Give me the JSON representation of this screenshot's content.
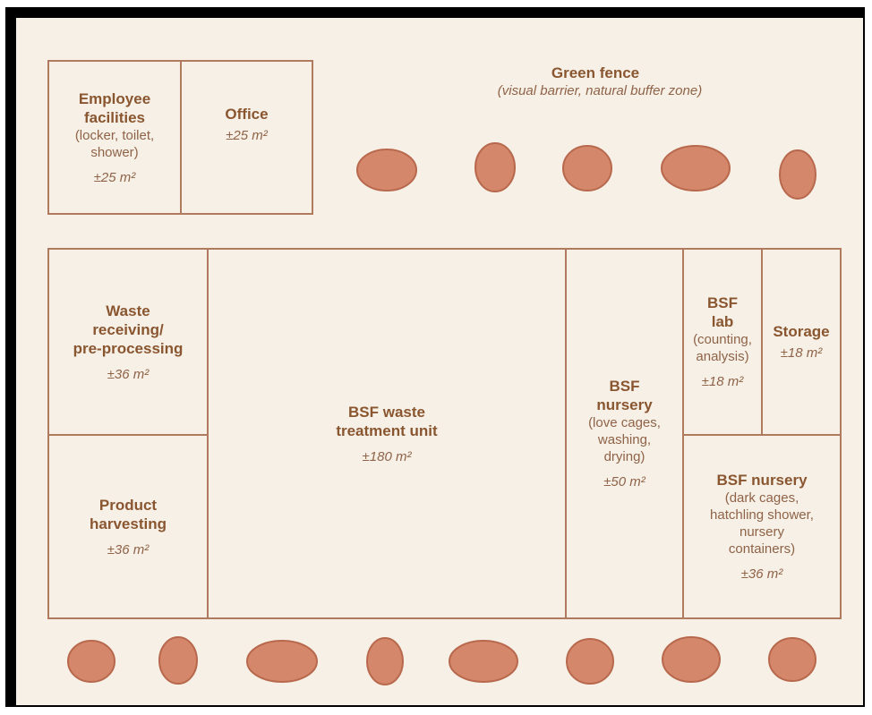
{
  "colors": {
    "bush": "#d4876a",
    "bush_outline": "#b8694d",
    "wall": "#b07a5e",
    "text": "#8a5630",
    "background": "#f6f0e7"
  },
  "fence": {
    "title": "Green fence",
    "description": "(visual barrier, natural buffer zone)"
  },
  "rooms": {
    "employee": {
      "title_line1": "Employee",
      "title_line2": "facilities",
      "desc_line1": "(locker, toilet,",
      "desc_line2": "shower)",
      "area": "±25 m²"
    },
    "office": {
      "title": "Office",
      "area": "±25 m²"
    },
    "waste": {
      "title_line1": "Waste",
      "title_line2": "receiving/",
      "title_line3": "pre-processing",
      "area": "±36 m²"
    },
    "harvest": {
      "title_line1": "Product",
      "title_line2": "harvesting",
      "area": "±36 m²"
    },
    "treatment": {
      "title_line1": "BSF waste",
      "title_line2": "treatment unit",
      "area": "±180 m²"
    },
    "nursery_love": {
      "title_line1": "BSF",
      "title_line2": "nursery",
      "desc_line1": "(love cages,",
      "desc_line2": "washing,",
      "desc_line3": "drying)",
      "area": "±50 m²"
    },
    "lab": {
      "title_line1": "BSF",
      "title_line2": "lab",
      "desc_line1": "(counting,",
      "desc_line2": "analysis)",
      "area": "±18 m²"
    },
    "storage": {
      "title": "Storage",
      "area": "±18 m²"
    },
    "nursery_dark": {
      "title": "BSF nursery",
      "desc_line1": "(dark cages,",
      "desc_line2": "hatchling shower,",
      "desc_line3": "nursery",
      "desc_line4": "containers)",
      "area": "±36 m²"
    }
  }
}
